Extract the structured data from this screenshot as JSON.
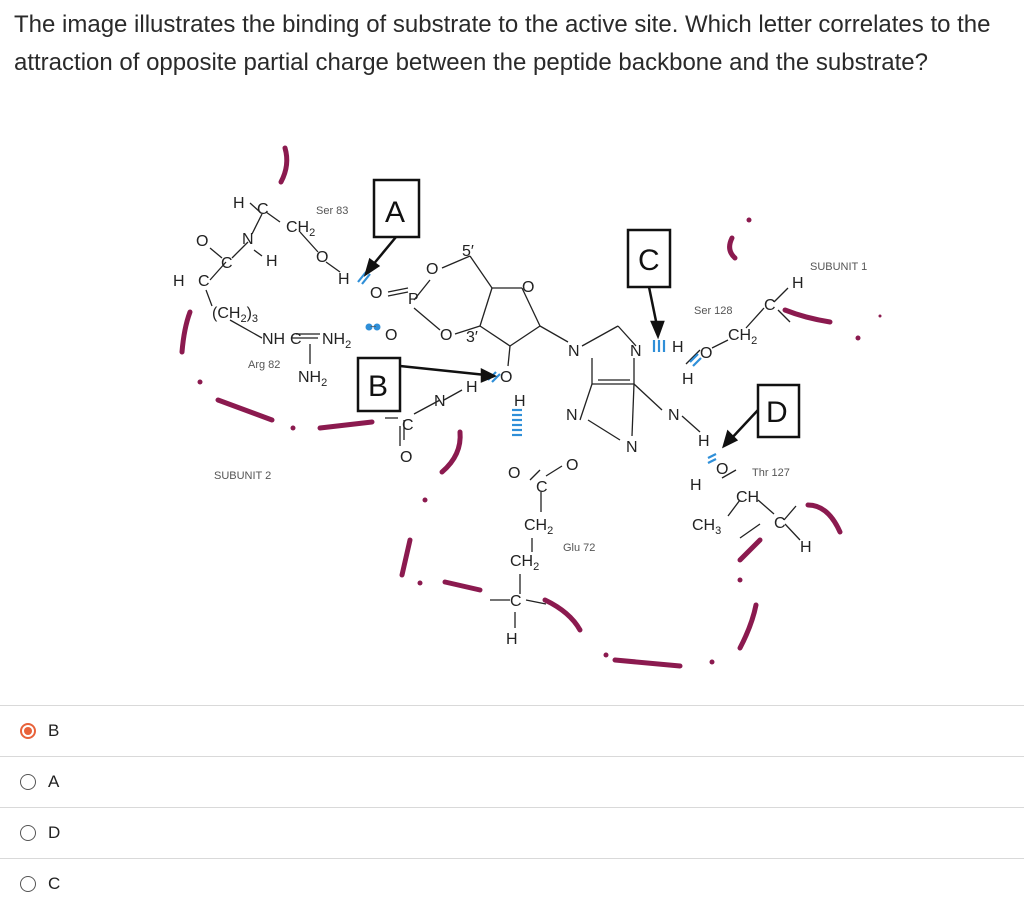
{
  "question": {
    "text": "The image illustrates the binding of substrate to the active site.  Which letter correlates to the attraction of opposite partial charge between the peptide backbone and the substrate?"
  },
  "diagram": {
    "callouts": [
      "A",
      "B",
      "C",
      "D"
    ],
    "residues": {
      "ser83": "Ser 83",
      "arg82": "Arg 82",
      "ser128": "Ser 128",
      "thr127": "Thr 127",
      "glu72": "Glu 72"
    },
    "subunits": {
      "one": "SUBUNIT 1",
      "two": "SUBUNIT 2"
    },
    "sugar": {
      "five": "5′",
      "three": "3′"
    },
    "colors": {
      "backbone": "#8b1a4f",
      "hbond": "#2f8fd8",
      "selected": "#e8623a"
    }
  },
  "options": [
    {
      "label": "B",
      "selected": true
    },
    {
      "label": "A",
      "selected": false
    },
    {
      "label": "D",
      "selected": false
    },
    {
      "label": "C",
      "selected": false
    }
  ]
}
